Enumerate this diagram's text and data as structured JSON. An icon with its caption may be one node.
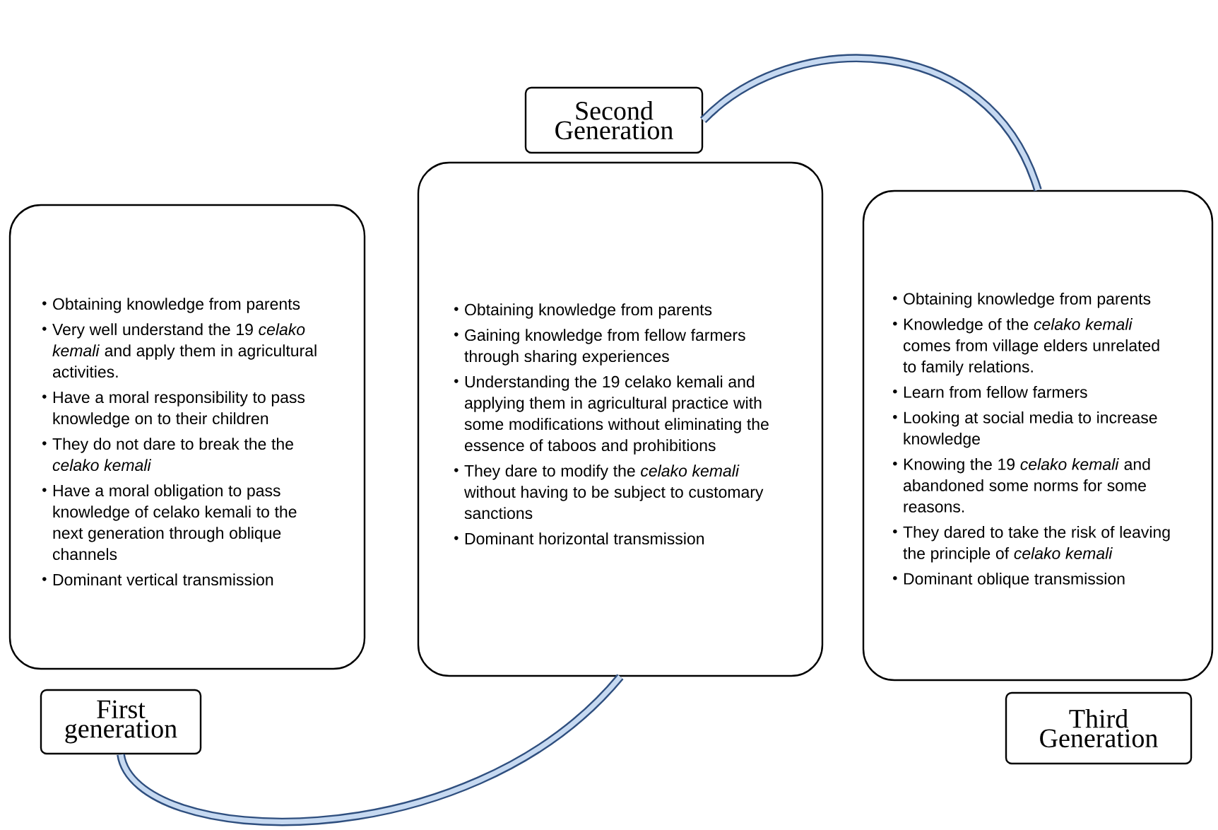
{
  "diagram": {
    "nodes": [
      {
        "text": [
          "Second Generation"
        ]
      },
      {
        "text": [
          "Obtaining knowledge from parents",
          "Very well understand the 19 *celako kemali* and apply them in agricultural activities.",
          "Have a moral responsibility to pass knowledge on to their children",
          "They do not dare to break the the *celako kemali*",
          "Have a moral obligation to pass knowledge of celako kemali to the next generation through oblique channels",
          "Dominant vertical transmission"
        ]
      },
      {
        "text": [
          "Obtaining knowledge from parents",
          "Gaining knowledge from fellow farmers through sharing experiences",
          "Understanding the 19 celako kemali and applying them in agricultural practice with some modifications without eliminating the essence of taboos and prohibitions",
          "They dare to modify the *celako kemali* without having to be subject to customary sanctions",
          "Dominant horizontal transmission"
        ]
      },
      {
        "text": [
          "Obtaining knowledge from parents",
          "Knowledge of the *celako kemali* comes from village elders unrelated to family relations.",
          "Learn from fellow farmers",
          "Looking at social media to increase knowledge",
          "Knowing the 19 *celako kemali* and abandoned some norms for some reasons.",
          "They dared to take the risk of leaving the principle of *celako kemali*",
          "Dominant oblique transmission"
        ]
      },
      {
        "text": [
          "First generation"
        ]
      },
      {
        "text": [
          "Third Generation"
        ]
      }
    ],
    "edges": [
      {
        "from": 4,
        "to": 2,
        "arrow": "none"
      },
      {
        "from": 0,
        "to": 3,
        "arrow": "none"
      }
    ]
  }
}
